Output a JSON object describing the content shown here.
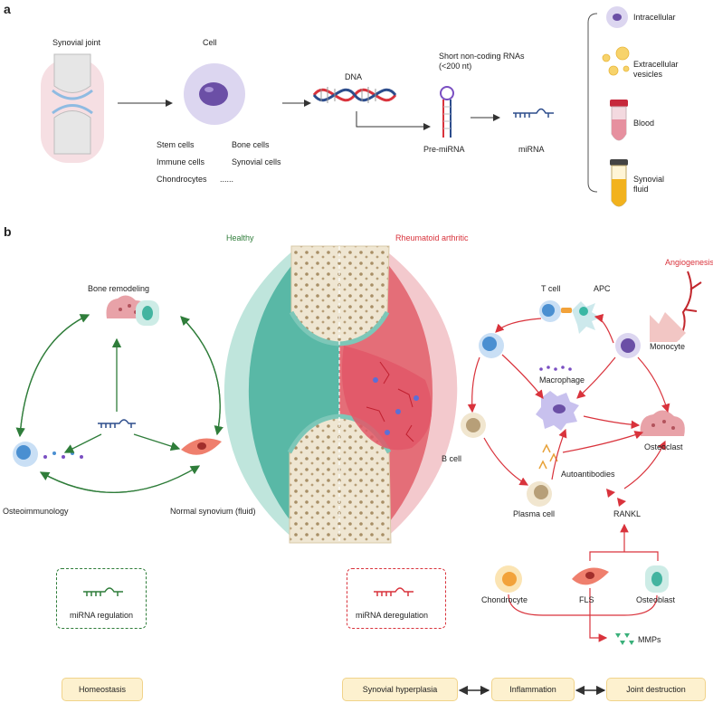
{
  "panel_a": {
    "letter": "a",
    "synovial_joint": "Synovial joint",
    "cell": "Cell",
    "dna": "DNA",
    "short_rna": "Short non-coding RNAs",
    "short_rna_sub": "(<200 nt)",
    "pre_mirna": "Pre-miRNA",
    "mirna": "miRNA",
    "cell_types": [
      "Stem cells",
      "Bone cells",
      "Immune cells",
      "Synovial cells",
      "Chondrocytes",
      "......"
    ],
    "sources": [
      "Intracellular",
      "Extracellular vesicles",
      "Blood",
      "Synovial fluid"
    ]
  },
  "panel_b": {
    "letter": "b",
    "healthy": "Healthy",
    "ra": "Rheumatoid arthritic",
    "bone_remodeling": "Bone remodeling",
    "osteoimmunology": "Osteoimmunology",
    "normal_synovium": "Normal synovium (fluid)",
    "mirna_regulation": "miRNA regulation",
    "mirna_deregulation": "miRNA deregulation",
    "homeostasis": "Homeostasis",
    "angiogenesis": "Angiogenesis",
    "t_cell": "T cell",
    "apc": "APC",
    "monocyte": "Monocyte",
    "macrophage": "Macrophage",
    "b_cell": "B cell",
    "osteoclast": "Osteoclast",
    "autoantibodies": "Autoantibodies",
    "plasma_cell": "Plasma cell",
    "rankl": "RANKL",
    "chondrocyte": "Chondrocyte",
    "fls": "FLS",
    "osteoblast": "Osteoblast",
    "mmps": "MMPs",
    "outcomes": [
      "Synovial hyperplasia",
      "Inflammation",
      "Joint destruction"
    ]
  },
  "colors": {
    "green": "#2f7d3a",
    "red": "#d9333c",
    "pill_fill": "#fdf1cf",
    "bone": "#efe6d2",
    "healthy_tissue": "#4fb8a7",
    "ra_tissue": "#e46e78"
  }
}
